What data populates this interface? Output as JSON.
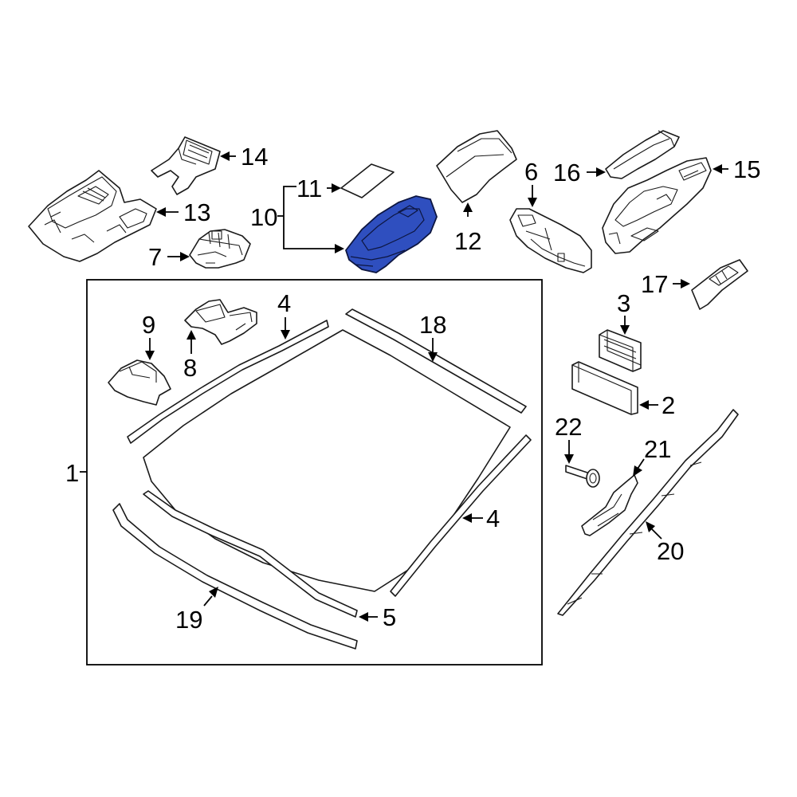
{
  "highlight_color": "#2f4fbf",
  "callouts": {
    "c1": "1",
    "c2": "2",
    "c3": "3",
    "c4a": "4",
    "c4b": "4",
    "c5": "5",
    "c6": "6",
    "c7": "7",
    "c8": "8",
    "c9": "9",
    "c10": "10",
    "c11": "11",
    "c12": "12",
    "c13": "13",
    "c14": "14",
    "c15": "15",
    "c16": "16",
    "c17": "17",
    "c18": "18",
    "c19": "19",
    "c20": "20",
    "c21": "21",
    "c22": "22"
  }
}
